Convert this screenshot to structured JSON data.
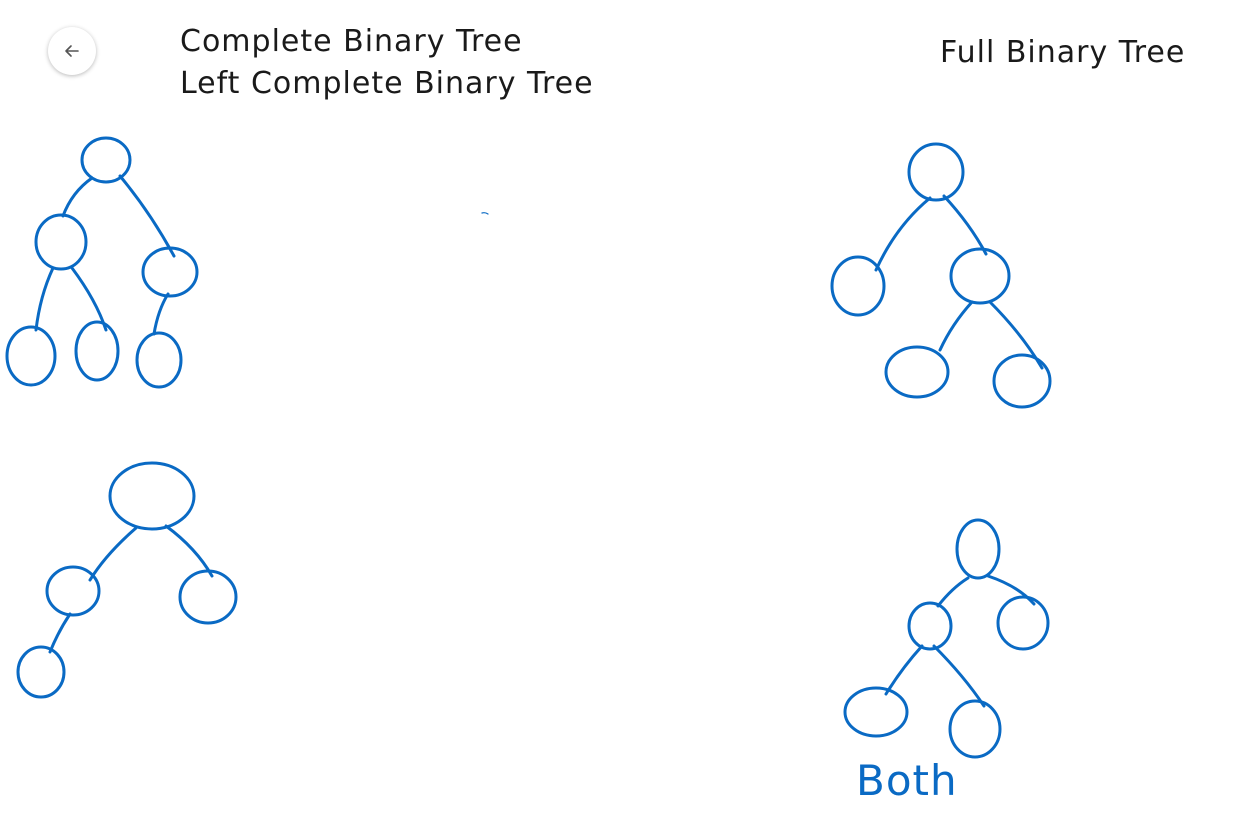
{
  "toolbar": {
    "back_icon": "arrow-left-icon"
  },
  "headings": {
    "complete": "Complete Binary Tree",
    "left_complete": "Left Complete Binary Tree",
    "full": "Full Binary Tree"
  },
  "annotations": {
    "both": "Both"
  },
  "colors": {
    "ink": "#0a6ac4",
    "text": "#1a1a1a"
  }
}
